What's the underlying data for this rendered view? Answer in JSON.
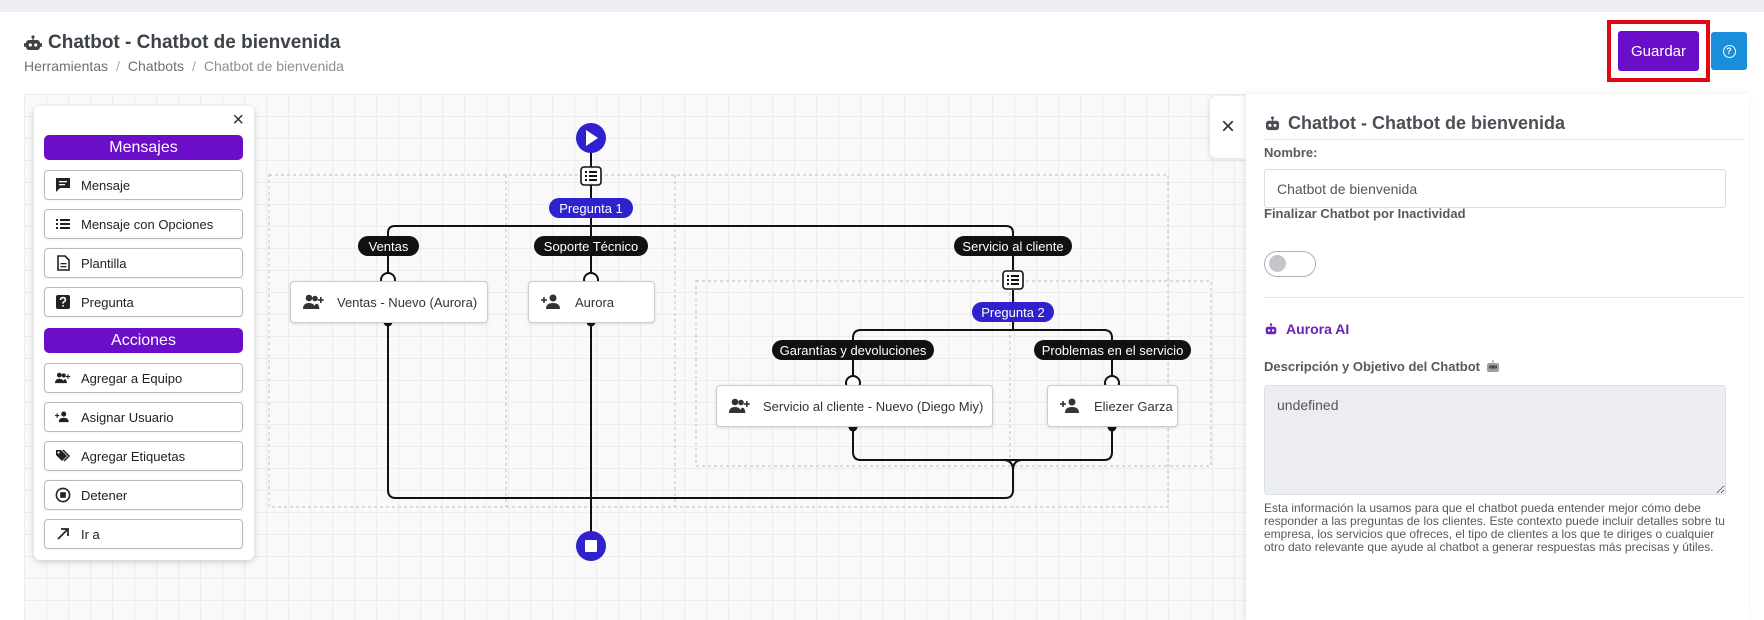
{
  "header": {
    "title": "Chatbot - Chatbot de bienvenida",
    "breadcrumbs": [
      "Herramientas",
      "Chatbots",
      "Chatbot de bienvenida"
    ],
    "save_label": "Guardar",
    "help_icon": "?"
  },
  "palette": {
    "close": "×",
    "section_messages": "Mensajes",
    "messages": [
      {
        "label": "Mensaje",
        "icon": "message-icon"
      },
      {
        "label": "Mensaje con Opciones",
        "icon": "list-icon"
      },
      {
        "label": "Plantilla",
        "icon": "document-icon"
      },
      {
        "label": "Pregunta",
        "icon": "question-icon"
      }
    ],
    "section_actions": "Acciones",
    "actions": [
      {
        "label": "Agregar a Equipo",
        "icon": "user-group-add-icon"
      },
      {
        "label": "Asignar Usuario",
        "icon": "user-add-icon"
      },
      {
        "label": "Agregar Etiquetas",
        "icon": "tags-icon"
      },
      {
        "label": "Detener",
        "icon": "stop-icon"
      },
      {
        "label": "Ir a",
        "icon": "arrow-up-right-icon"
      }
    ]
  },
  "flow": {
    "question1": "Pregunta 1",
    "question2": "Pregunta 2",
    "options1": [
      "Ventas",
      "Soporte Técnico",
      "Servicio al cliente"
    ],
    "options2": [
      "Garantías y devoluciones",
      "Problemas en el servicio"
    ],
    "nodes": [
      {
        "label": "Ventas - Nuevo (Aurora)",
        "icon": "user-group-add-icon"
      },
      {
        "label": "Aurora",
        "icon": "user-add-icon"
      },
      {
        "label": "Servicio al cliente - Nuevo (Diego Miy)",
        "icon": "user-group-add-icon"
      },
      {
        "label": "Eliezer Garza",
        "icon": "user-add-icon"
      }
    ]
  },
  "panel": {
    "close": "×",
    "title": "Chatbot - Chatbot de bienvenida",
    "name_label": "Nombre:",
    "name_value": "Chatbot de bienvenida",
    "inactivity_label": "Finalizar Chatbot por Inactividad",
    "inactivity_enabled": false,
    "ai_link": "Aurora AI",
    "description_label": "Descripción y Objetivo del Chatbot",
    "description_value": "undefined",
    "help_text": "Esta información la usamos para que el chatbot pueda entender mejor cómo debe responder a las preguntas de los clientes. Este contexto puede incluir detalles sobre tu empresa, los servicios que ofreces, el tipo de clientes a los que te diriges o cualquier otro dato relevante que ayude al chatbot a generar respuestas más precisas y útiles."
  },
  "colors": {
    "brand_purple": "#6a0ec9",
    "flow_blue": "#2f21cd",
    "help_blue": "#1a8ed8",
    "highlight_red": "#e30613"
  }
}
